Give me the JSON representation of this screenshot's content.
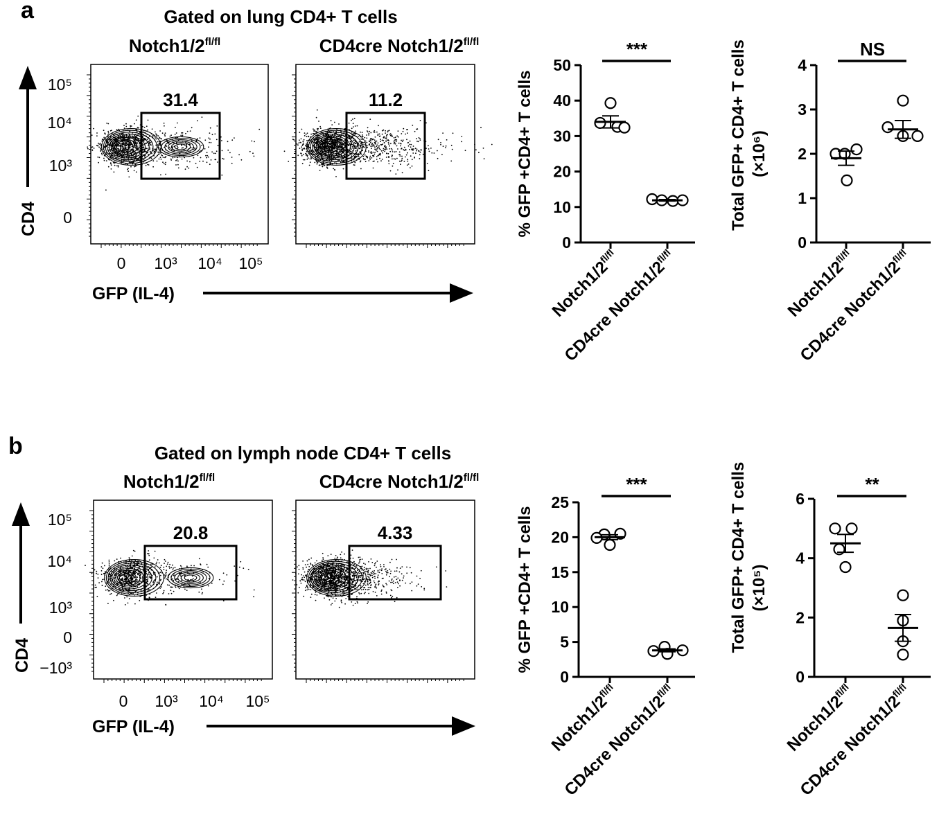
{
  "chart_data": [
    {
      "panel": "a",
      "type": "flow_cytometry_contour",
      "title": "Gated on lung CD4+ T cells",
      "xlabel": "GFP (IL-4)",
      "ylabel": "CD4",
      "x_ticks": [
        "0",
        "10³",
        "10⁴",
        "10⁵"
      ],
      "y_ticks": [
        "10⁵",
        "10⁴",
        "10³",
        "0"
      ],
      "plots": [
        {
          "name": "Notch1/2",
          "superscript": "fl/fl",
          "gate_percent": "31.4"
        },
        {
          "name": "CD4cre Notch1/2",
          "superscript": "fl/fl",
          "gate_percent": "11.2"
        }
      ]
    },
    {
      "panel": "a",
      "type": "scatter",
      "ylabel": "% GFP +CD4+ T cells",
      "ylim": [
        0,
        50
      ],
      "y_ticks": [
        0,
        10,
        20,
        30,
        40,
        50
      ],
      "categories": [
        "Notch1/2",
        "CD4cre Notch1/2"
      ],
      "category_superscript": "fl/fl",
      "significance": "***",
      "series": [
        {
          "values": [
            39.3,
            33.7,
            32.6,
            32.4
          ],
          "mean": 34.0,
          "sem": 1.7
        },
        {
          "values": [
            12.2,
            11.9,
            11.7,
            11.9
          ],
          "mean": 11.9,
          "sem": 0.2
        }
      ]
    },
    {
      "panel": "a",
      "type": "scatter",
      "ylabel": "Total GFP+ CD4+ T cells",
      "ylabel_unit": "(×10⁶)",
      "ylim": [
        0,
        4
      ],
      "y_ticks": [
        0,
        1,
        2,
        3,
        4
      ],
      "categories": [
        "Notch1/2",
        "CD4cre Notch1/2"
      ],
      "category_superscript": "fl/fl",
      "significance": "NS",
      "series": [
        {
          "values": [
            2.0,
            2.1,
            1.4,
            2.0
          ],
          "mean": 1.9,
          "sem": 0.16
        },
        {
          "values": [
            3.2,
            2.6,
            2.4,
            2.4
          ],
          "mean": 2.55,
          "sem": 0.2
        }
      ]
    },
    {
      "panel": "b",
      "type": "flow_cytometry_contour",
      "title": "Gated on lymph node CD4+ T cells",
      "xlabel": "GFP (IL-4)",
      "ylabel": "CD4",
      "x_ticks": [
        "0",
        "10³",
        "10⁴",
        "10⁵"
      ],
      "y_ticks": [
        "10⁵",
        "10⁴",
        "10³",
        "0",
        "−10³"
      ],
      "plots": [
        {
          "name": "Notch1/2",
          "superscript": "fl/fl",
          "gate_percent": "20.8"
        },
        {
          "name": "CD4cre Notch1/2",
          "superscript": "fl/fl",
          "gate_percent": "4.33"
        }
      ]
    },
    {
      "panel": "b",
      "type": "scatter",
      "ylabel": "% GFP +CD4+ T cells",
      "ylim": [
        0,
        25
      ],
      "y_ticks": [
        0,
        5,
        10,
        15,
        20,
        25
      ],
      "categories": [
        "Notch1/2",
        "CD4cre Notch1/2"
      ],
      "category_superscript": "fl/fl",
      "significance": "***",
      "series": [
        {
          "values": [
            20.4,
            20.5,
            19.9,
            18.9
          ],
          "mean": 20.0,
          "sem": 0.35
        },
        {
          "values": [
            4.3,
            3.8,
            3.7,
            3.3
          ],
          "mean": 3.8,
          "sem": 0.2
        }
      ]
    },
    {
      "panel": "b",
      "type": "scatter",
      "ylabel": "Total GFP+ CD4+ T cells",
      "ylabel_unit": "(×10⁵)",
      "ylim": [
        0,
        6
      ],
      "y_ticks": [
        0,
        2,
        4,
        6
      ],
      "categories": [
        "Notch1/2",
        "CD4cre Notch1/2"
      ],
      "category_superscript": "fl/fl",
      "significance": "**",
      "series": [
        {
          "values": [
            5.0,
            5.0,
            4.3,
            3.7
          ],
          "mean": 4.5,
          "sem": 0.3
        },
        {
          "values": [
            2.75,
            1.9,
            1.2,
            0.75
          ],
          "mean": 1.65,
          "sem": 0.45
        }
      ]
    }
  ],
  "panels": {
    "a_label": "a",
    "b_label": "b"
  }
}
